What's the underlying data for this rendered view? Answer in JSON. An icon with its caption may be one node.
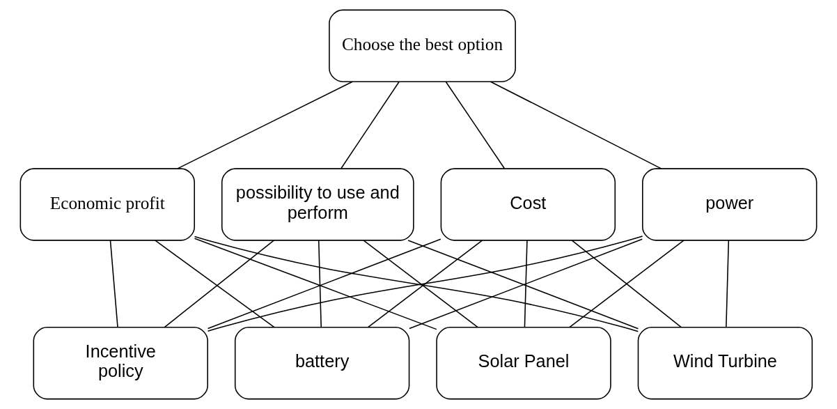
{
  "diagram": {
    "nodes": [
      {
        "text": [
          "Choose the best option"
        ]
      },
      {
        "text": [
          "Economic profit"
        ]
      },
      {
        "text": [
          "possibility to use and perform"
        ]
      },
      {
        "text": [
          "Cost"
        ]
      },
      {
        "text": [
          "power"
        ]
      },
      {
        "text": [
          "Incentive policy"
        ]
      },
      {
        "text": [
          "battery"
        ]
      },
      {
        "text": [
          "Solar Panel"
        ]
      },
      {
        "text": [
          "Wind Turbine"
        ]
      }
    ],
    "edges": [
      {
        "from": 0,
        "to": 1,
        "arrow": "none"
      },
      {
        "from": 0,
        "to": 2,
        "arrow": "none"
      },
      {
        "from": 0,
        "to": 3,
        "arrow": "none"
      },
      {
        "from": 0,
        "to": 4,
        "arrow": "none"
      },
      {
        "from": 1,
        "to": 5,
        "arrow": "none"
      },
      {
        "from": 1,
        "to": 6,
        "arrow": "none"
      },
      {
        "from": 1,
        "to": 7,
        "arrow": "none"
      },
      {
        "from": 1,
        "to": 8,
        "arrow": "none"
      },
      {
        "from": 2,
        "to": 5,
        "arrow": "none"
      },
      {
        "from": 2,
        "to": 6,
        "arrow": "none"
      },
      {
        "from": 2,
        "to": 7,
        "arrow": "none"
      },
      {
        "from": 2,
        "to": 8,
        "arrow": "none"
      },
      {
        "from": 3,
        "to": 5,
        "arrow": "none"
      },
      {
        "from": 3,
        "to": 6,
        "arrow": "none"
      },
      {
        "from": 3,
        "to": 7,
        "arrow": "none"
      },
      {
        "from": 3,
        "to": 8,
        "arrow": "none"
      },
      {
        "from": 4,
        "to": 5,
        "arrow": "none"
      },
      {
        "from": 4,
        "to": 6,
        "arrow": "none"
      },
      {
        "from": 4,
        "to": 7,
        "arrow": "none"
      },
      {
        "from": 4,
        "to": 8,
        "arrow": "none"
      }
    ]
  }
}
